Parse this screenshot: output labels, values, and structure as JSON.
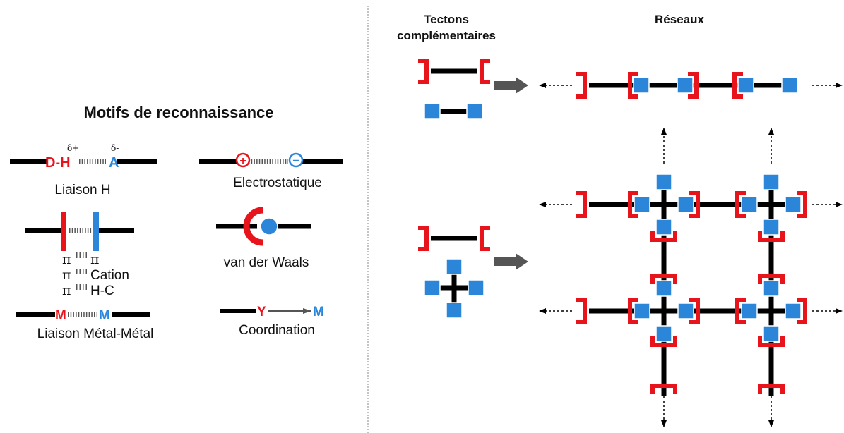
{
  "colors": {
    "red": "#e8141b",
    "blue": "#2b86d9",
    "black": "#000000",
    "arrow_gray": "#555555"
  },
  "left_panel": {
    "title": "Motifs de reconnaissance",
    "hbond": {
      "donor": "D-H",
      "acceptor": "A",
      "delta_plus": "δ+",
      "delta_minus": "δ-",
      "label": "Liaison H"
    },
    "electrostatic": {
      "plus": "+",
      "minus": "−",
      "label": "Electrostatique"
    },
    "pi_stacking": {
      "pi1": "π",
      "pi2": "π",
      "pi3": "π",
      "pi4": "π",
      "cation": "Cation",
      "hc": "H-C"
    },
    "vdw": {
      "label": "van der Waals"
    },
    "metal": {
      "m1": "M",
      "m2": "M",
      "label": "Liaison Métal-Métal"
    },
    "coordination": {
      "y": "Y",
      "m": "M",
      "label": "Coordination"
    }
  },
  "right_panel": {
    "header_tectons_line1": "Tectons",
    "header_tectons_line2": "complémentaires",
    "header_networks": "Réseaux"
  }
}
